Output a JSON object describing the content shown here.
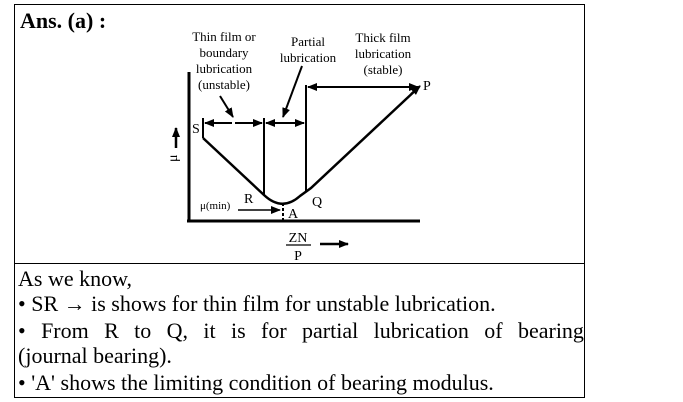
{
  "answer_label": "Ans. (a) :",
  "diagram": {
    "region_labels": {
      "thin_film": [
        "Thin film or",
        "boundary",
        "lubrication",
        "(unstable)"
      ],
      "partial": [
        "Partial",
        "lubrication"
      ],
      "thick_film": [
        "Thick film",
        "lubrication",
        "(stable)"
      ]
    },
    "points": {
      "S": "S",
      "R": "R",
      "A": "A",
      "Q": "Q",
      "P": "P"
    },
    "y_axis_symbol": "μ",
    "min_label": "μ(min)",
    "x_axis_numerator": "ZN",
    "x_axis_denominator": "P"
  },
  "text": {
    "line1": "As we know,",
    "line2_bullet": "•",
    "line2": "SR → is shows for thin film for unstable lubrication.",
    "line3_bullet": "•",
    "line3_words": [
      "From",
      "R",
      "to",
      "Q,",
      "it",
      "is",
      "for",
      "partial",
      "lubrication",
      "of",
      "bearing"
    ],
    "line4": "(journal bearing).",
    "line5_bullet": "•",
    "line5": "'A' shows the limiting condition of bearing modulus."
  }
}
